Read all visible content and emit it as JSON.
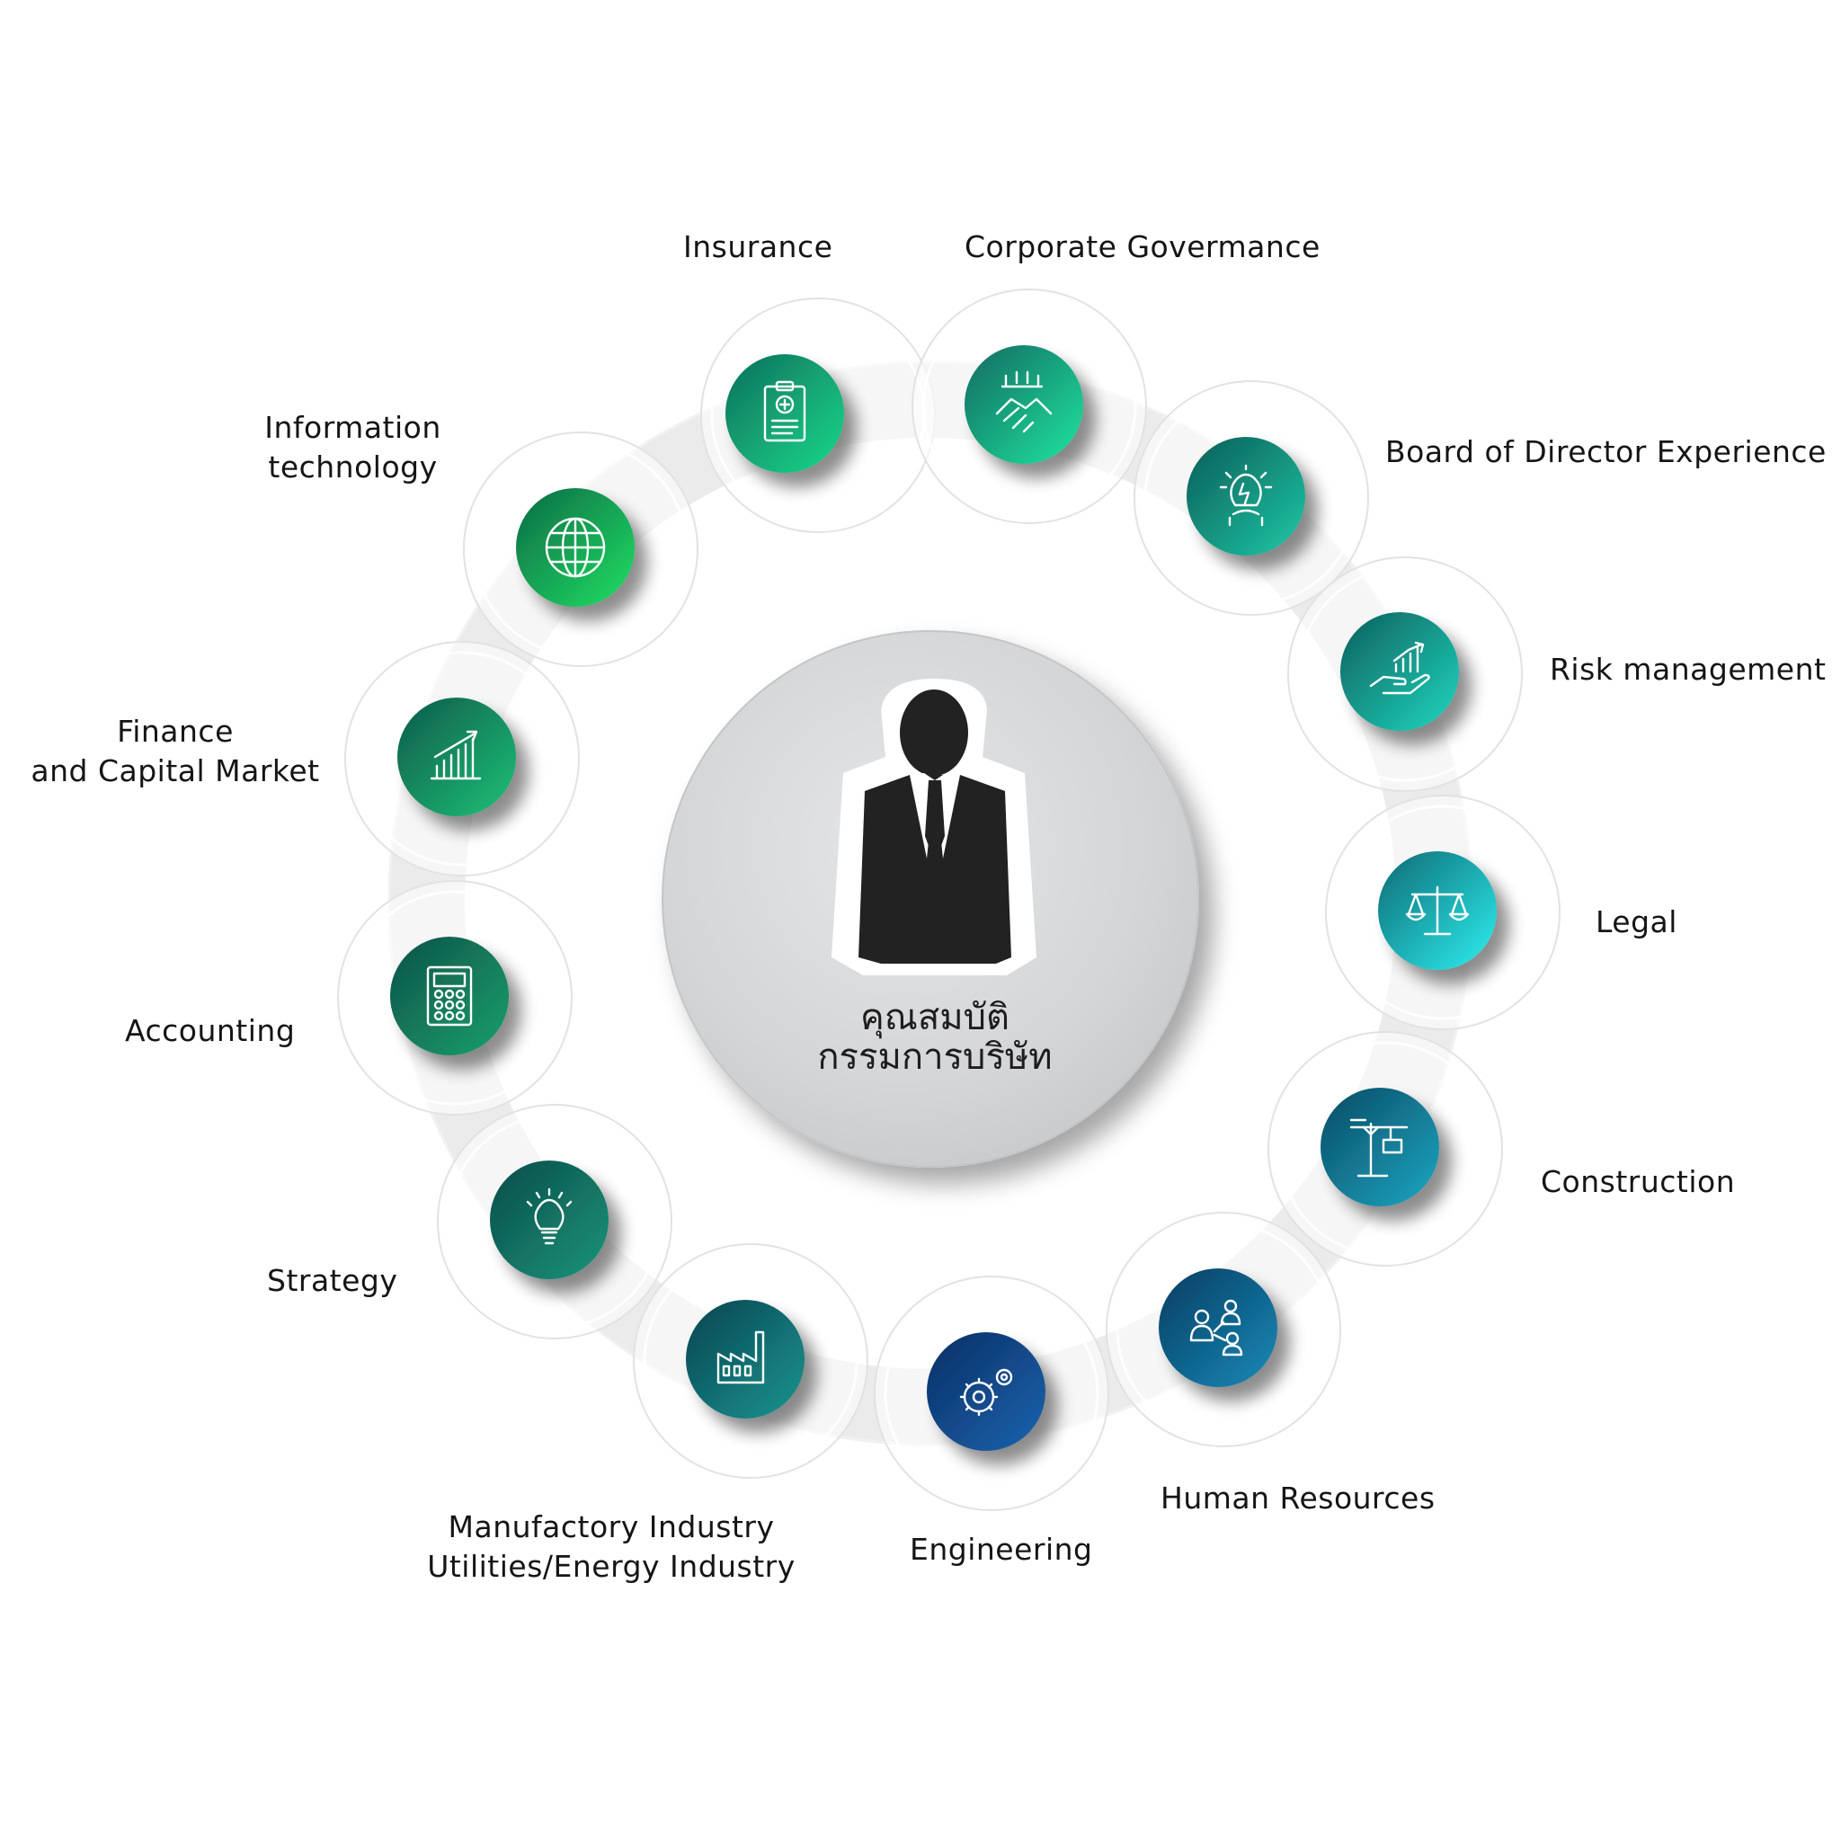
{
  "center": {
    "line1": "คุณสมบัติ",
    "line2": "กรรมการบริษัท",
    "icon": "businessman-icon"
  },
  "colors": {
    "ring": "#ebebeb",
    "center_disc": "#d4d5d7",
    "icon_stroke": "#ffffff",
    "text": "#151515"
  },
  "items": [
    {
      "id": "insurance",
      "icon": "clipboard-icon",
      "lines": [
        "Insurance"
      ],
      "grad": [
        "#0e6f5c",
        "#19d98a"
      ]
    },
    {
      "id": "corporate-governance",
      "icon": "handshake-icon",
      "lines": [
        "Corporate Govermance"
      ],
      "grad": [
        "#126a60",
        "#1fe59f"
      ]
    },
    {
      "id": "board-of-director-experience",
      "icon": "lightbulb-person-icon",
      "lines": [
        "Board of Director Experience"
      ],
      "grad": [
        "#0b5b57",
        "#1ec9a6"
      ]
    },
    {
      "id": "risk-management",
      "icon": "hand-chart-icon",
      "lines": [
        "Risk management"
      ],
      "grad": [
        "#0d5f5c",
        "#1fd7bf"
      ]
    },
    {
      "id": "legal",
      "icon": "scales-icon",
      "lines": [
        "Legal"
      ],
      "grad": [
        "#0b6a73",
        "#2ff0f1"
      ]
    },
    {
      "id": "construction",
      "icon": "crane-icon",
      "lines": [
        "Construction"
      ],
      "grad": [
        "#0a4a63",
        "#1da7c3"
      ]
    },
    {
      "id": "human-resources",
      "icon": "people-network-icon",
      "lines": [
        "Human Resources"
      ],
      "grad": [
        "#0a3d61",
        "#1689b8"
      ]
    },
    {
      "id": "engineering",
      "icon": "gears-icon",
      "lines": [
        "Engineering"
      ],
      "grad": [
        "#0b2e63",
        "#1a64b0"
      ]
    },
    {
      "id": "manufactory",
      "icon": "factory-icon",
      "lines": [
        "Manufactory Industry",
        "Utilities/Energy Industry"
      ],
      "grad": [
        "#0b4450",
        "#17958f"
      ]
    },
    {
      "id": "strategy",
      "icon": "lightbulb-icon",
      "lines": [
        "Strategy"
      ],
      "grad": [
        "#0c4c49",
        "#18957a"
      ]
    },
    {
      "id": "accounting",
      "icon": "calculator-icon",
      "lines": [
        "Accounting"
      ],
      "grad": [
        "#0d5248",
        "#1aa06c"
      ]
    },
    {
      "id": "finance",
      "icon": "growth-chart-icon",
      "lines": [
        "Finance",
        "and Capital Market"
      ],
      "grad": [
        "#0d5a4a",
        "#1ec177"
      ]
    },
    {
      "id": "information-technology",
      "icon": "globe-icon",
      "lines": [
        "Information",
        "technology"
      ],
      "grad": [
        "#0c6a46",
        "#20e063"
      ]
    }
  ]
}
